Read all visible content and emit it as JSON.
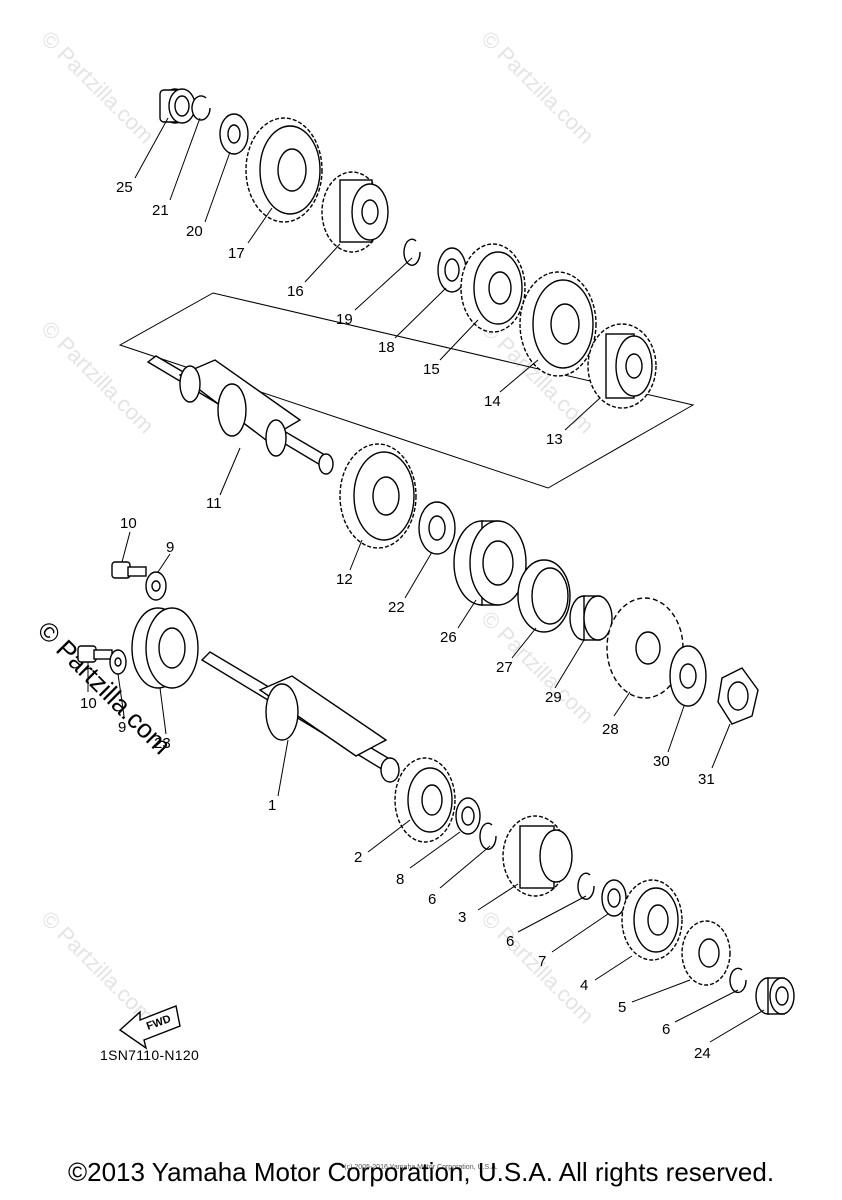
{
  "watermark": {
    "text": "© Partzilla.com"
  },
  "diagram": {
    "reference_code": "1SN7110-N120",
    "fwd_label": "FWD",
    "callouts": {
      "c25": "25",
      "c21": "21",
      "c20": "20",
      "c17": "17",
      "c16": "16",
      "c19": "19",
      "c18": "18",
      "c15": "15",
      "c14": "14",
      "c13": "13",
      "c11": "11",
      "c12": "12",
      "c22": "22",
      "c26": "26",
      "c27": "27",
      "c29": "29",
      "c28": "28",
      "c30": "30",
      "c31": "31",
      "c10a": "10",
      "c9a": "9",
      "c10b": "10",
      "c9b": "9",
      "c23": "23",
      "c1": "1",
      "c2": "2",
      "c8": "8",
      "c6a": "6",
      "c3": "3",
      "c6b": "6",
      "c7": "7",
      "c4": "4",
      "c5": "5",
      "c6c": "6",
      "c24": "24"
    }
  },
  "footer": {
    "small_credit": "(c) 2005-2016 Yamaha Motor Corporation, U.S.A.",
    "copyright": "©2013 Yamaha Motor Corporation, U.S.A. All rights reserved."
  }
}
